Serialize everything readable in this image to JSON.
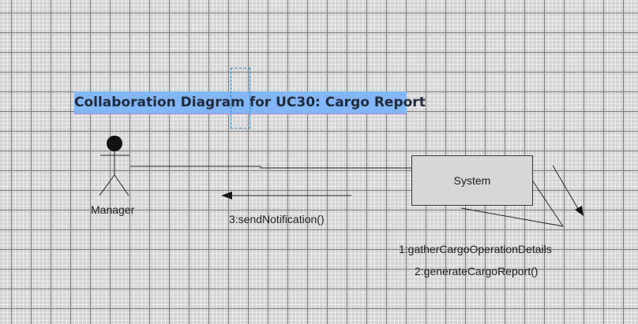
{
  "diagram": {
    "title": "Collaboration Diagram for UC30: Cargo Report",
    "actor": {
      "label": "Manager",
      "icon": "stick-figure-actor-icon"
    },
    "object": {
      "label": "System"
    },
    "messages": [
      {
        "label": "1:gatherCargoOperationDetails"
      },
      {
        "label": "2:generateCargoReport()"
      },
      {
        "label": "3:sendNotification()"
      }
    ],
    "colors": {
      "canvas": "#d4d4d4",
      "grid": "#7d7d7d",
      "title_highlight": "#82b6f6",
      "selection_border": "#2f7fb7",
      "lines": "#1a1a1a"
    }
  }
}
